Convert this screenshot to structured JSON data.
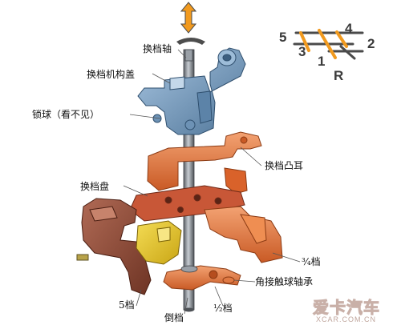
{
  "labels": {
    "shift_shaft": "换档轴",
    "shift_mechanism_cover": "换档机构盖",
    "locking_ball": "锁球（看不见）",
    "shift_cam_lug": "换档凸耳",
    "shift_plate": "换档盘",
    "gear_34": "¾档",
    "angular_contact_bearing": "角接触球轴承",
    "gear_5": "5档",
    "reverse_gear": "倒档",
    "gear_12": "½档"
  },
  "shift_pattern": {
    "gear_1": "1",
    "gear_2": "2",
    "gear_3": "3",
    "gear_4": "4",
    "gear_5": "5",
    "gear_r": "R"
  },
  "watermark": {
    "brand": "爱卡汽车",
    "url": "XCAR.COM.CN"
  },
  "colors": {
    "housing": "#7fa3c6",
    "fork_orange": "#e1773d",
    "fork_brown": "#8e4a36",
    "fork_yellow": "#e3c52a",
    "shaft": "#8a8f96",
    "pattern_orange": "#f19a1f",
    "pattern_grey": "#4a4a4a"
  }
}
